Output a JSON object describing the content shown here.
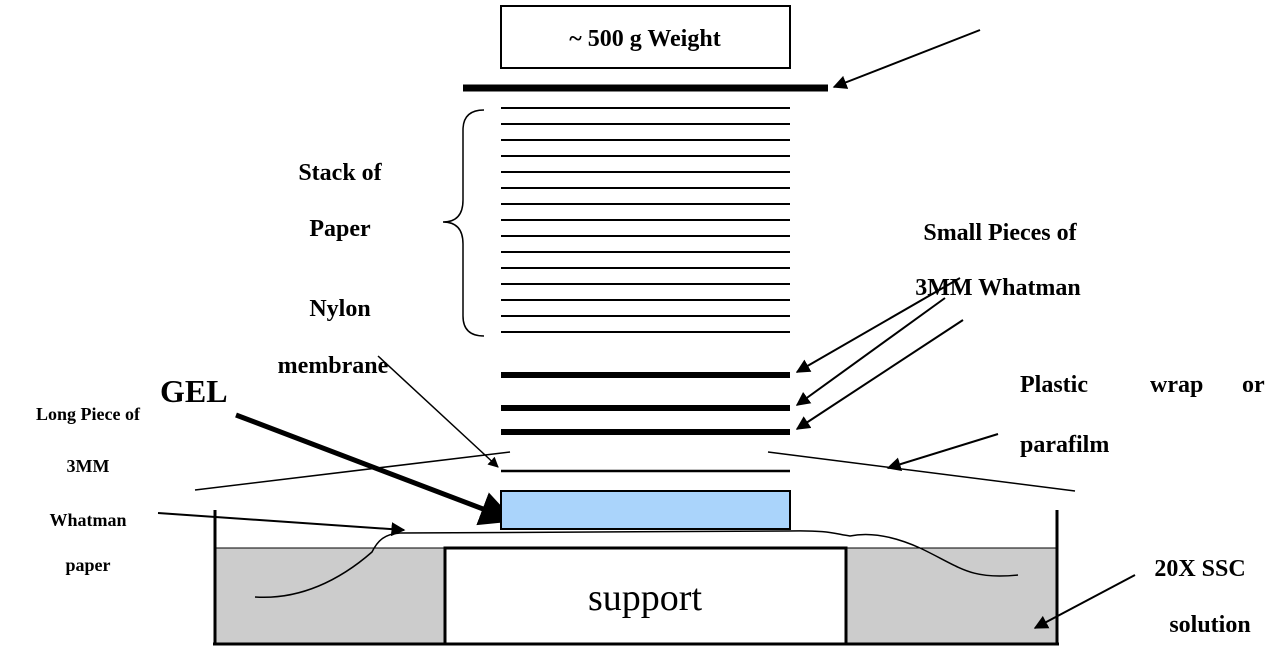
{
  "weight_label": "~ 500 g Weight",
  "stack_label_line1": "Stack of",
  "stack_label_line2": "Paper",
  "nylon_label_line1": "Nylon",
  "nylon_label_line2": "membrane",
  "gel_label": "GEL",
  "small_pieces_line1": "Small Pieces of",
  "small_pieces_line2": "3MM Whatman",
  "plastic_wrap_line1_words": [
    "Plastic",
    "wrap",
    "or"
  ],
  "plastic_wrap_line2": "parafilm",
  "long_piece_lines": [
    "Long Piece of",
    "3MM",
    "Whatman",
    "paper"
  ],
  "support_label": "support",
  "ssc_line1": "20X SSC",
  "ssc_line2": "solution",
  "colors": {
    "gel_fill": "#aad4fb",
    "solution_fill": "#cccccc",
    "ink": "#000000"
  }
}
